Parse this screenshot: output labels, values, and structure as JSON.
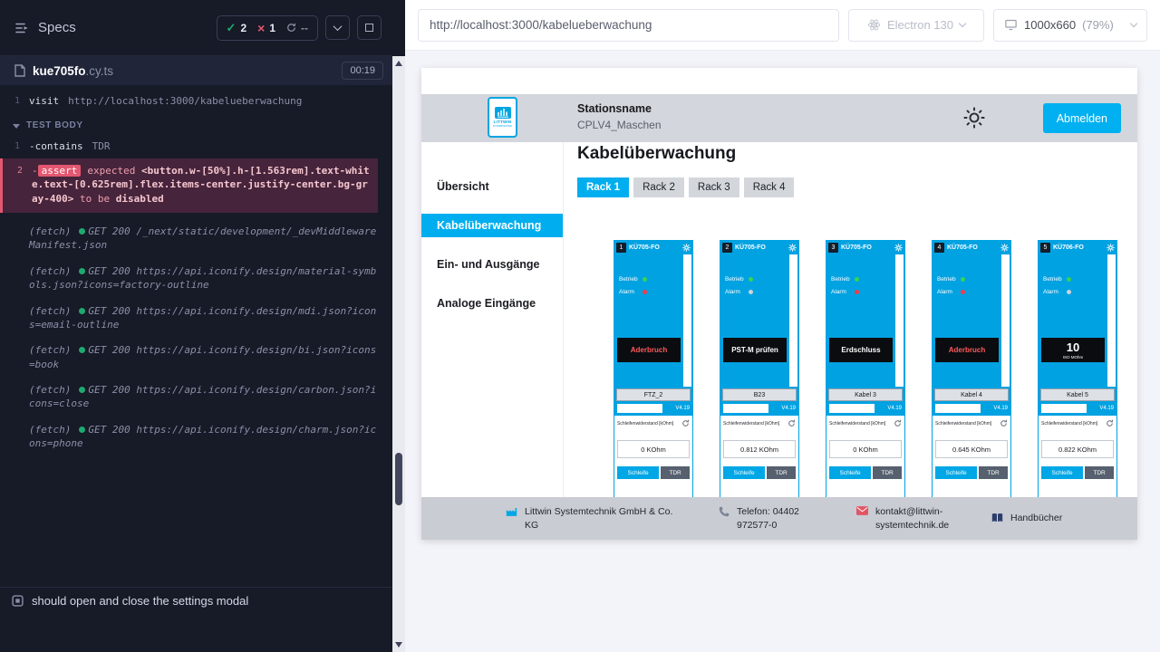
{
  "runner": {
    "specs_label": "Specs",
    "icons": {
      "passed": "✓",
      "failed": "×"
    },
    "stats": {
      "passed": "2",
      "failed": "1",
      "pending": "--"
    },
    "spec": {
      "name": "kue705fo",
      "ext": ".cy.ts",
      "duration": "00:19"
    },
    "dash": "-",
    "visit": {
      "num": "1",
      "name": "visit",
      "url": "http://localhost:3000/kabelueberwachung"
    },
    "section_label": "TEST BODY",
    "contains": {
      "num": "1",
      "name": "contains",
      "arg": "TDR"
    },
    "assert": {
      "num": "2",
      "name": "assert",
      "word_expected": "expected",
      "selector": "<button.w-[50%].h-[1.563rem].text-white.text-[0.625rem].flex.items-center.justify-center.bg-gray-400>",
      "word_tobe": "to be",
      "word_state": "disabled"
    },
    "fetch_label": "(fetch)",
    "fetch_status": "GET 200",
    "fetches": [
      {
        "url": "/_next/static/development/_devMiddlewareManifest.json"
      },
      {
        "url": "https://api.iconify.design/material-symbols.json?icons=factory-outline"
      },
      {
        "url": "https://api.iconify.design/mdi.json?icons=email-outline"
      },
      {
        "url": "https://api.iconify.design/bi.json?icons=book"
      },
      {
        "url": "https://api.iconify.design/carbon.json?icons=close"
      },
      {
        "url": "https://api.iconify.design/charm.json?icons=phone"
      }
    ],
    "next_test": "should open and close the settings modal"
  },
  "topbar": {
    "url": "http://localhost:3000/kabelueberwachung",
    "browser": "Electron 130",
    "viewport": "1000x660",
    "zoom": "(79%)"
  },
  "app": {
    "header": {
      "logo_line1": "LITTWIN",
      "logo_line2": "SYSTEMTECHNIK",
      "station_label": "Stationsname",
      "station_value": "CPLV4_Maschen",
      "logout": "Abmelden"
    },
    "sidebar": [
      {
        "label": "Übersicht",
        "active": false
      },
      {
        "label": "Kabelüberwachung",
        "active": true
      },
      {
        "label": "Ein- und Ausgänge",
        "active": false
      },
      {
        "label": "Analoge Eingänge",
        "active": false
      }
    ],
    "title": "Kabelüberwachung",
    "tabs": [
      {
        "label": "Rack 1",
        "active": true
      },
      {
        "label": "Rack 2",
        "active": false
      },
      {
        "label": "Rack 3",
        "active": false
      },
      {
        "label": "Rack 4",
        "active": false
      }
    ],
    "colors": {
      "accent": "#00aeef",
      "card_blue": "#00a2e2",
      "ok_green": "#39d353",
      "alarm_red": "#f23b4b",
      "led_off_gray": "#cdd2d9"
    },
    "card_common": {
      "betrieb": "Betrieb",
      "alarm": "Alarm",
      "version": "V4.19",
      "res_label": "Schleifenwiderstand [kOhm]",
      "btn_schleife": "Schleife",
      "btn_tdr": "TDR"
    },
    "cards": [
      {
        "num": "1",
        "title": "KÜ705-FO",
        "status": "Aderbruch",
        "status_sub": "",
        "status_color": "#ff5a5a",
        "alarm_color": "#f23b4b",
        "label": "FTZ_2",
        "value": "0 KOhm"
      },
      {
        "num": "2",
        "title": "KÜ705-FO",
        "status": "PST-M prüfen",
        "status_sub": "",
        "status_color": "#ffffff",
        "alarm_color": "#cdd2d9",
        "label": "B23",
        "value": "0.812 KOhm"
      },
      {
        "num": "3",
        "title": "KÜ705-FO",
        "status": "Erdschluss",
        "status_sub": "",
        "status_color": "#ffffff",
        "alarm_color": "#f23b4b",
        "label": "Kabel 3",
        "value": "0 KOhm"
      },
      {
        "num": "4",
        "title": "KÜ705-FO",
        "status": "Aderbruch",
        "status_sub": "",
        "status_color": "#ff5a5a",
        "alarm_color": "#f23b4b",
        "label": "Kabel 4",
        "value": "0.645 KOhm"
      },
      {
        "num": "5",
        "title": "KÜ706-FO",
        "status": "10",
        "status_sub": "ISO MOhm",
        "status_color": "#ffffff",
        "alarm_color": "#cdd2d9",
        "label": "Kabel 5",
        "value": "0.822 KOhm"
      }
    ],
    "footer": [
      {
        "icon": "company-icon",
        "text": "Littwin Systemtechnik GmbH & Co. KG"
      },
      {
        "icon": "phone-icon",
        "text": "Telefon: 04402 972577-0"
      },
      {
        "icon": "email-icon",
        "text": "kontakt@littwin-systemtechnik.de"
      },
      {
        "icon": "book-icon",
        "text": "Handbücher"
      }
    ]
  }
}
